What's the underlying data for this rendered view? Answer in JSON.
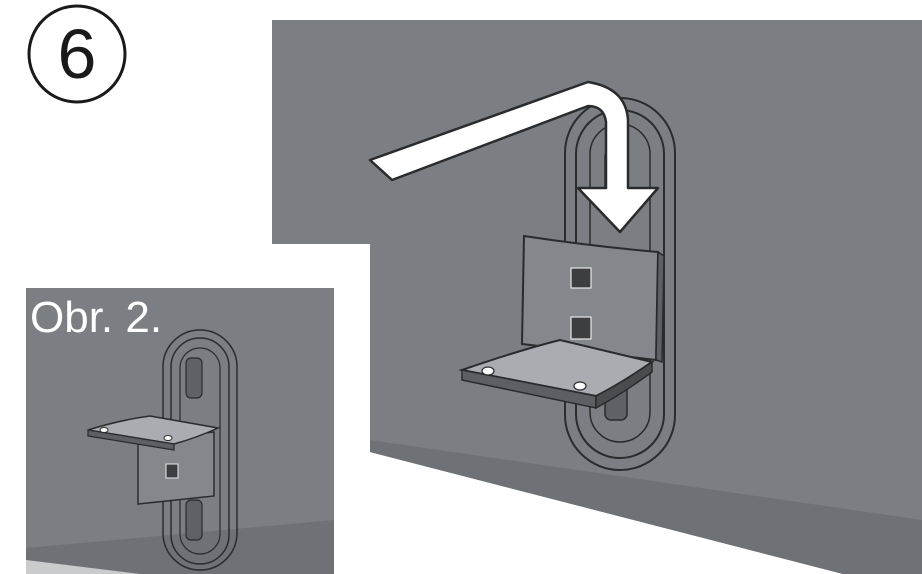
{
  "step": {
    "number": "6"
  },
  "inset": {
    "caption": "Obr. 2."
  },
  "colors": {
    "wall": "#7b7e83",
    "wall_edge": "#5c5f64",
    "bracket_face": "#84878c",
    "bracket_shelf": "#a9acb0",
    "bracket_dark": "#4a4c50",
    "outline": "#2a2b2d",
    "arrow_fill": "#ffffff",
    "arrow_outline": "#2a2b2d",
    "inset_border": "#ffffff"
  },
  "icons": {
    "step_marker": "circled-number",
    "direction": "hook-down-arrow"
  }
}
